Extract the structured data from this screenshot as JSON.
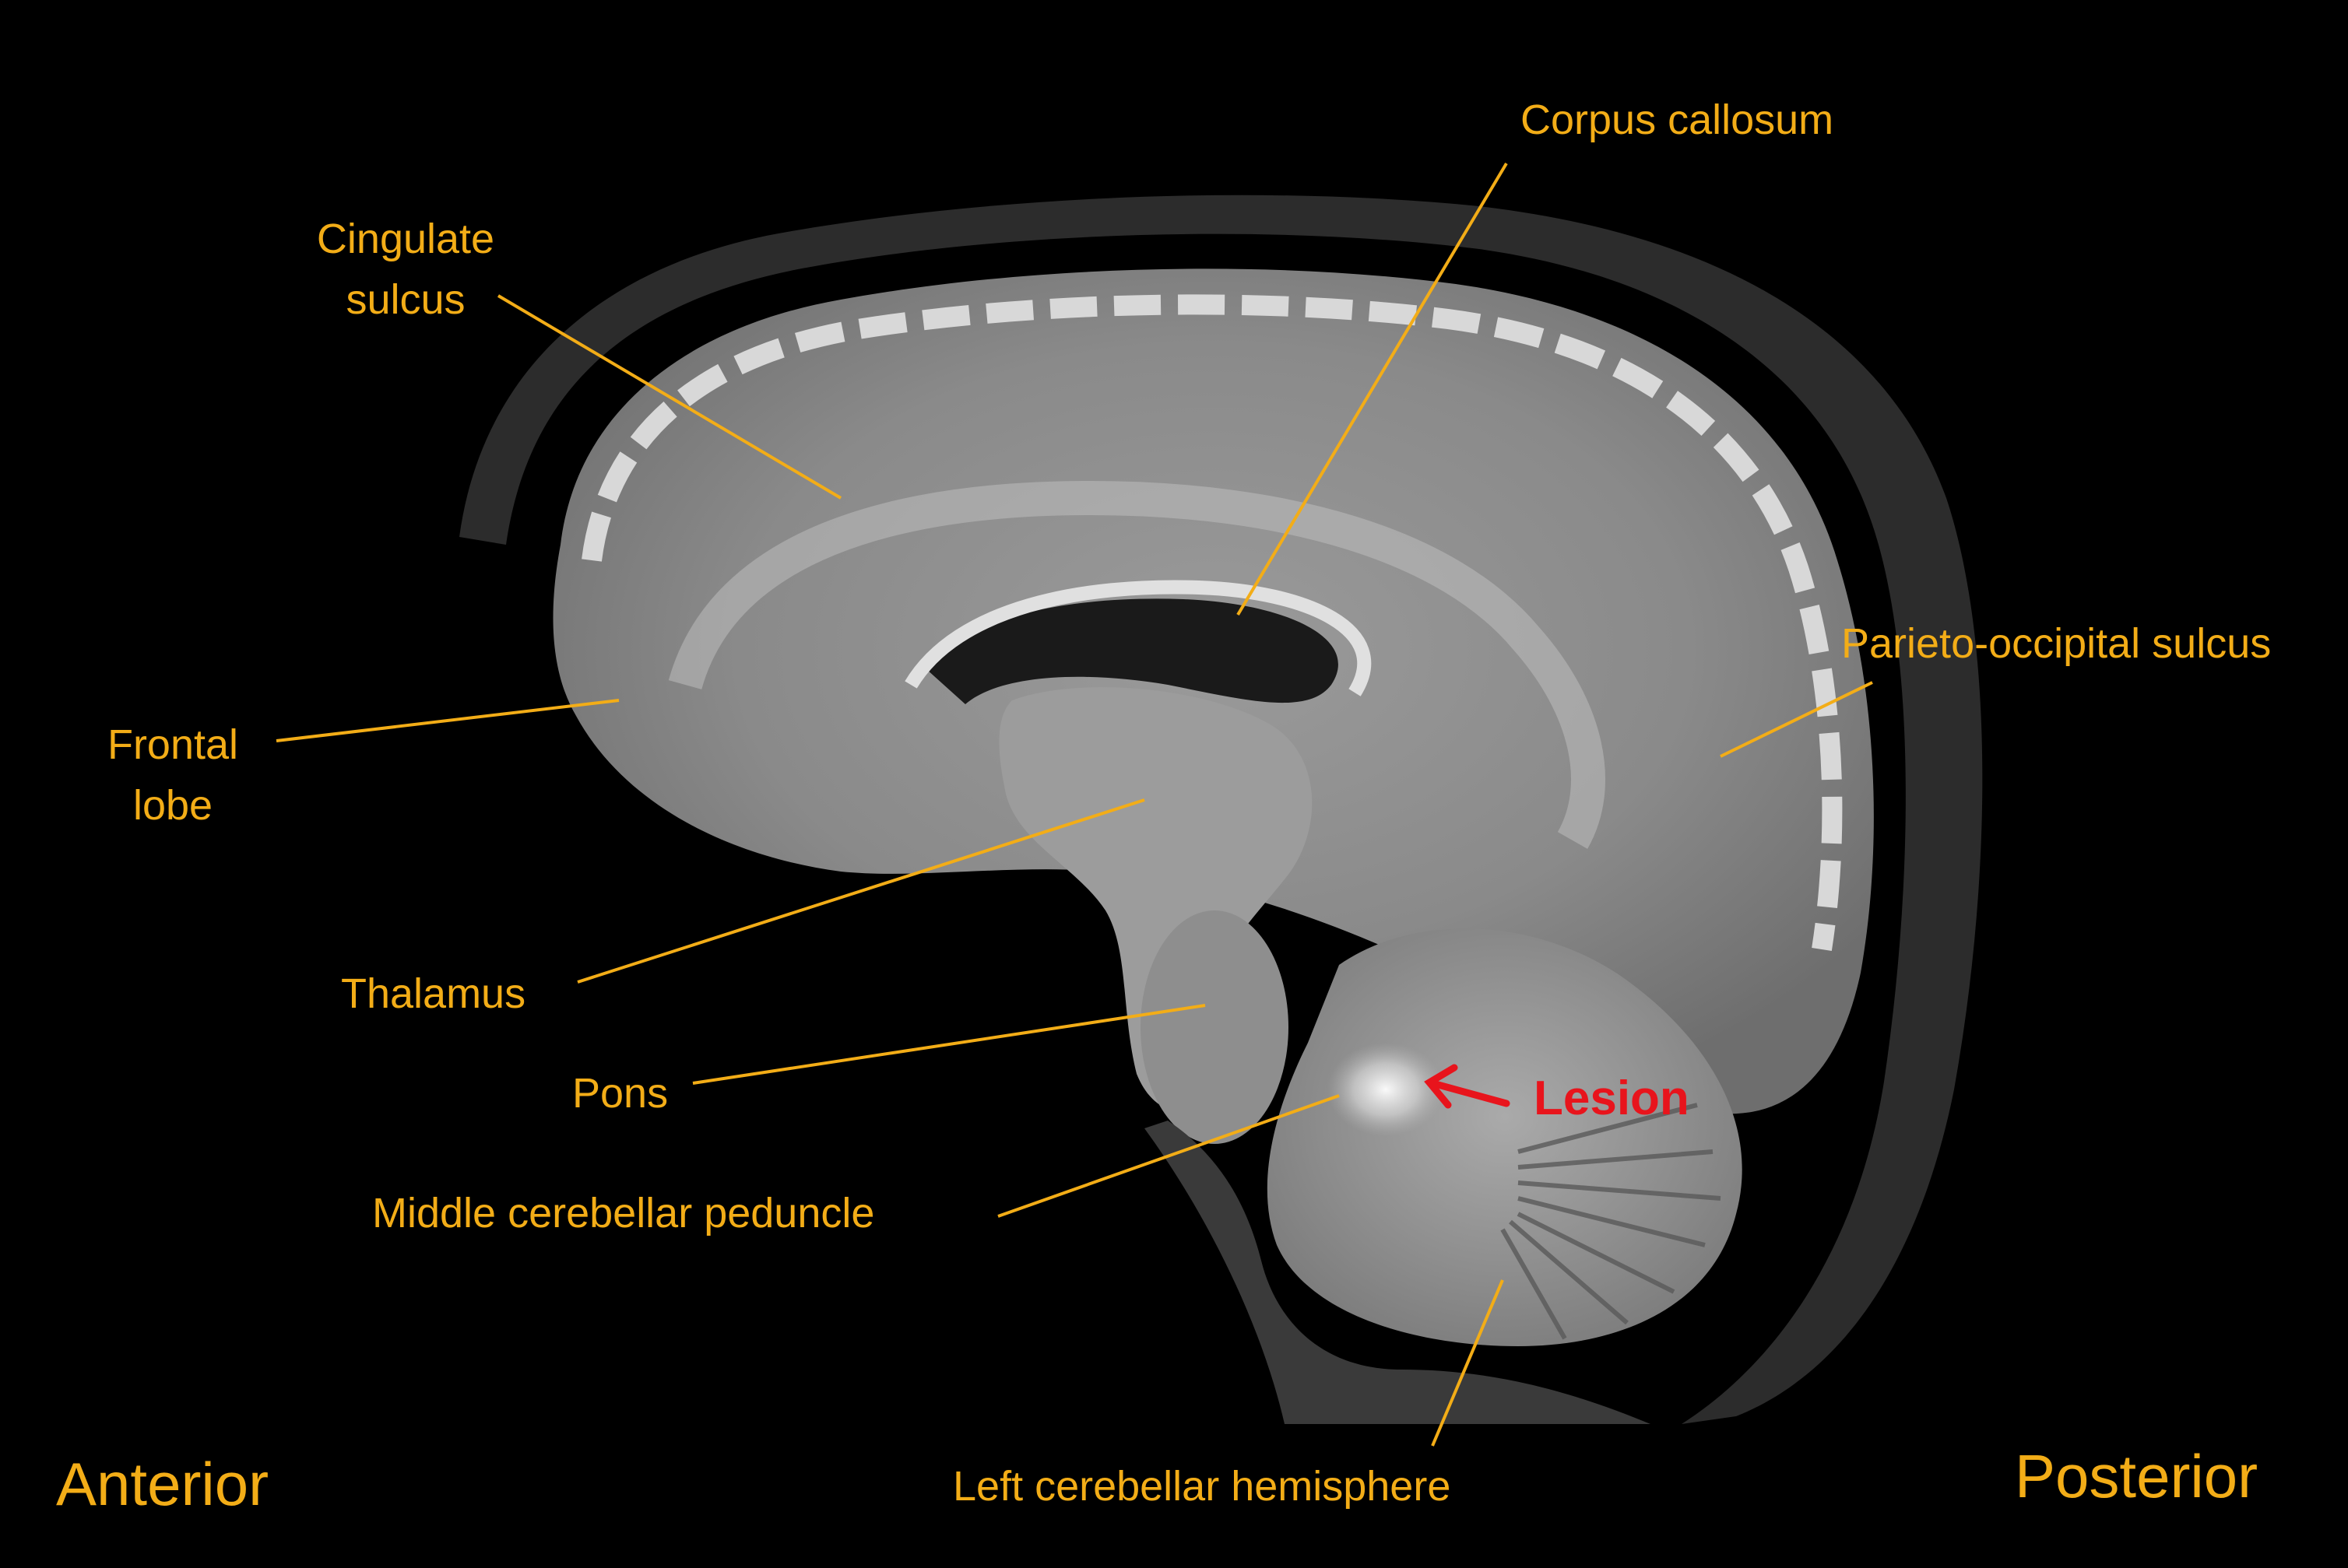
{
  "labels": {
    "corpus_callosum": "Corpus callosum",
    "cingulate_sulcus_line1": "Cingulate",
    "cingulate_sulcus_line2": "sulcus",
    "frontal_lobe_line1": "Frontal",
    "frontal_lobe_line2": "lobe",
    "parieto_occipital_sulcus": "Parieto-occipital sulcus",
    "thalamus": "Thalamus",
    "pons": "Pons",
    "middle_cerebellar_peduncle": "Middle cerebellar peduncle",
    "lesion": "Lesion",
    "left_cerebellar_hemisphere": "Left cerebellar hemisphere"
  },
  "orientation": {
    "anterior": "Anterior",
    "posterior": "Posterior"
  },
  "colors": {
    "label": "#f3ad17",
    "lesion": "#e8141c",
    "background": "#000000"
  }
}
